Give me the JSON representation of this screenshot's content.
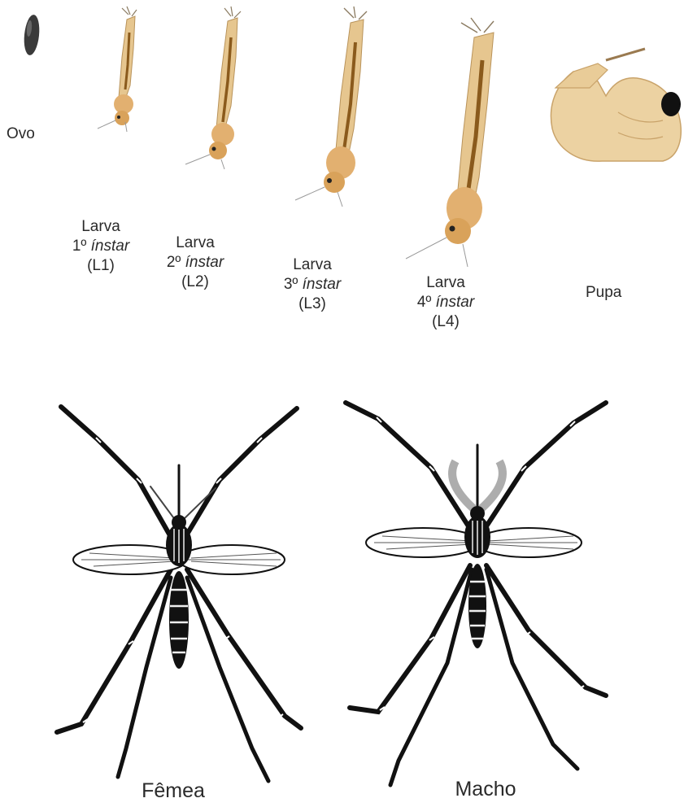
{
  "stages": {
    "egg": {
      "name": "Ovo"
    },
    "l1": {
      "name": "Larva",
      "number": "1º",
      "term": "ínstar",
      "code": "(L1)"
    },
    "l2": {
      "name": "Larva",
      "number": "2º",
      "term": "ínstar",
      "code": "(L2)"
    },
    "l3": {
      "name": "Larva",
      "number": "3º",
      "term": "ínstar",
      "code": "(L3)"
    },
    "l4": {
      "name": "Larva",
      "number": "4º",
      "term": "ínstar",
      "code": "(L4)"
    },
    "pupa": {
      "name": "Pupa"
    }
  },
  "adults": {
    "female": {
      "name": "Fêmea"
    },
    "male": {
      "name": "Macho"
    }
  },
  "colors": {
    "larva_body": "#e6c68f",
    "larva_dark": "#8a5a1c",
    "larva_head": "#d9a25a",
    "pupa_body": "#ecd2a2",
    "pupa_outline": "#c9a36a",
    "egg": "#3a3a3a",
    "adult_ink": "#111111"
  }
}
